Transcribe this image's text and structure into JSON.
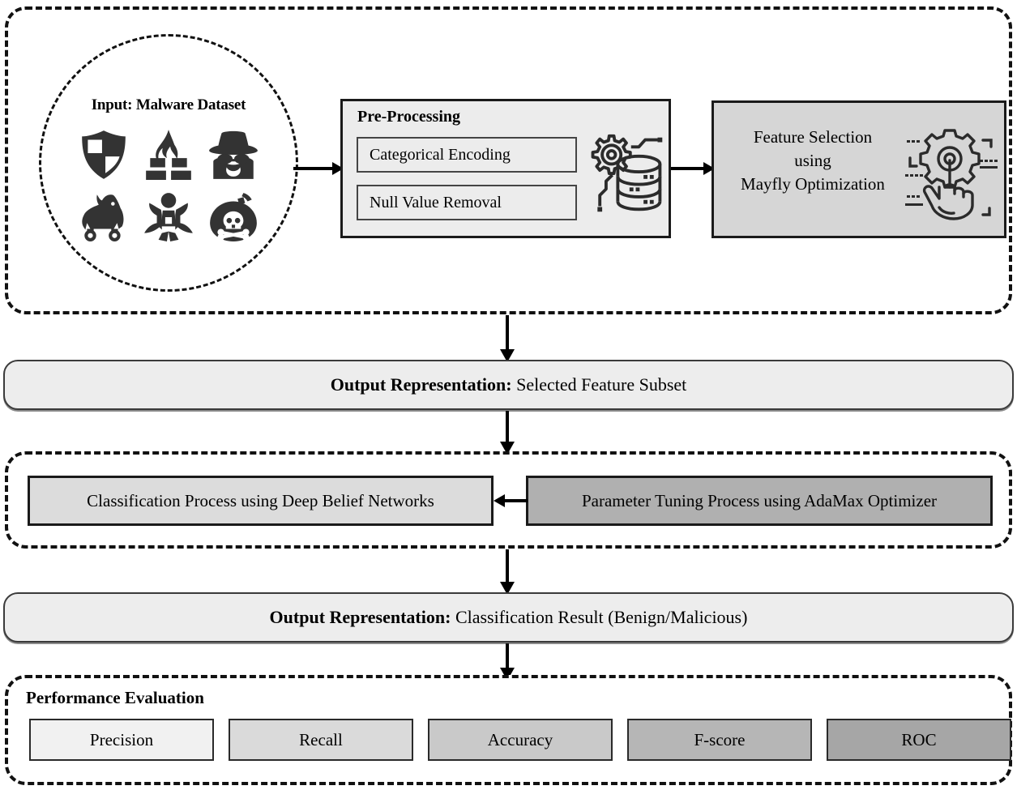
{
  "diagram": {
    "title": "Malware detection framework flowchart",
    "colors": {
      "panel_light": "#ececec",
      "panel_mid": "#d6d6d6",
      "panel_dark": "#b0b0b0",
      "bar_fill": "#ededed",
      "icon_fill": "#333333",
      "stroke": "#1a1a1a"
    }
  },
  "input_stage": {
    "title": "Input: Malware Dataset",
    "icons": [
      {
        "name": "shield-icon",
        "label": "shield"
      },
      {
        "name": "firewall-icon",
        "label": "firewall"
      },
      {
        "name": "spy-icon",
        "label": "spyware"
      },
      {
        "name": "trojan-horse-icon",
        "label": "trojan"
      },
      {
        "name": "worm-icon",
        "label": "worm"
      },
      {
        "name": "bomb-skull-icon",
        "label": "bomb"
      }
    ]
  },
  "preprocessing": {
    "title": "Pre-Processing",
    "steps": [
      "Categorical Encoding",
      "Null Value Removal"
    ],
    "icon": "gear-database-icon"
  },
  "feature_selection": {
    "line1": "Feature Selection",
    "line2": "using",
    "line3": "Mayfly Optimization",
    "icon": "hand-gear-icon"
  },
  "output_1": {
    "label": "Output Representation:",
    "value": "Selected Feature Subset"
  },
  "classification": {
    "classifier_box": "Classification Process using Deep Belief Networks",
    "tuning_box": "Parameter Tuning Process using AdaMax Optimizer"
  },
  "output_2": {
    "label": "Output Representation:",
    "value": "Classification Result (Benign/Malicious)"
  },
  "performance": {
    "title": "Performance Evaluation",
    "metrics": [
      {
        "label": "Precision",
        "fill": "#f1f1f1"
      },
      {
        "label": "Recall",
        "fill": "#dadada"
      },
      {
        "label": "Accuracy",
        "fill": "#c9c9c9"
      },
      {
        "label": "F-score",
        "fill": "#b6b6b6"
      },
      {
        "label": "ROC",
        "fill": "#a6a6a6"
      }
    ]
  }
}
